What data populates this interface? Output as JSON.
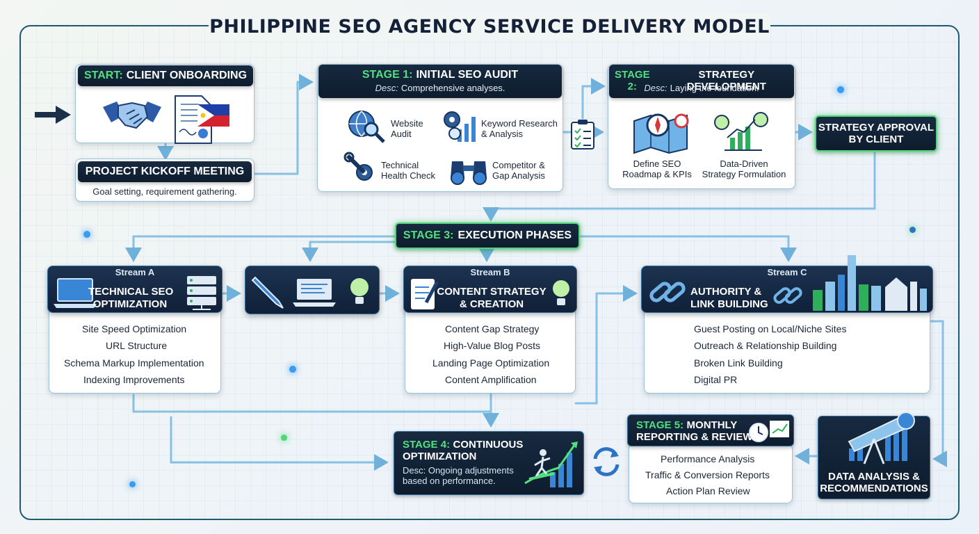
{
  "title": "PHILIPPINE SEO AGENCY SERVICE DELIVERY MODEL",
  "colors": {
    "accent_green": "#52e07f",
    "dark_navy": "#0f1e31",
    "line_blue": "#7fbbe0"
  },
  "start": {
    "prefix": "START:",
    "label": "CLIENT ONBOARDING"
  },
  "kickoff": {
    "title": "PROJECT KICKOFF MEETING",
    "desc": "Goal setting, requirement gathering."
  },
  "stage1": {
    "prefix": "STAGE 1:",
    "label": "INITIAL SEO AUDIT",
    "desc_prefix": "Desc:",
    "desc": "Comprehensive analyses.",
    "items": [
      "Website\nAudit",
      "Keyword Research\n& Analysis",
      "Technical\nHealth Check",
      "Competitor &\nGap Analysis"
    ]
  },
  "stage2": {
    "prefix": "STAGE 2:",
    "label": "STRATEGY DEVELOPMENT",
    "desc_prefix": "Desc:",
    "desc": "Laying the foundation.",
    "items": [
      "Define SEO\nRoadmap & KPIs",
      "Data-Driven\nStrategy Formulation"
    ]
  },
  "approval": {
    "label": "STRATEGY APPROVAL\nBY CLIENT"
  },
  "stage3": {
    "prefix": "STAGE 3:",
    "label": "EXECUTION PHASES"
  },
  "streamA": {
    "stream": "Stream A",
    "title": "TECHNICAL SEO\nOPTIMIZATION",
    "items": [
      "Site Speed Optimization",
      "URL Structure",
      "Schema Markup Implementation",
      "Indexing Improvements"
    ]
  },
  "streamB": {
    "stream": "Stream B",
    "title": "CONTENT STRATEGY\n& CREATION",
    "items": [
      "Content Gap Strategy",
      "High-Value Blog Posts",
      "Landing Page Optimization",
      "Content Amplification"
    ]
  },
  "streamC": {
    "stream": "Stream C",
    "title": "AUTHORITY &\nLINK BUILDING",
    "items": [
      "Guest Posting on Local/Niche Sites",
      "Outreach & Relationship Building",
      "Broken Link Building",
      "Digital PR"
    ]
  },
  "stage4": {
    "prefix": "STAGE 4:",
    "label": "CONTINUOUS\nOPTIMIZATION",
    "desc": "Desc: Ongoing adjustments\nbased on performance."
  },
  "stage5": {
    "prefix": "STAGE 5:",
    "label": "MONTHLY\nREPORTING & REVIEW",
    "items": [
      "Performance Analysis",
      "Traffic & Conversion Reports",
      "Action Plan Review"
    ]
  },
  "data_analysis": {
    "label": "DATA ANALYSIS &\nRECOMMENDATIONS"
  },
  "icons": [
    "handshake-icon",
    "contract-document-icon",
    "philippine-flag-icon",
    "globe-magnifier-icon",
    "gears-chart-icon",
    "wrench-gear-icon",
    "binoculars-icon",
    "checklist-icon",
    "map-compass-icon",
    "lightbulb-chart-icon",
    "laptop-icon",
    "server-icon",
    "pencil-icon",
    "notepad-icon",
    "chain-link-icon",
    "city-skyline-icon",
    "surfer-chart-icon",
    "refresh-cycle-icon",
    "clock-icon",
    "telescope-chart-icon"
  ]
}
